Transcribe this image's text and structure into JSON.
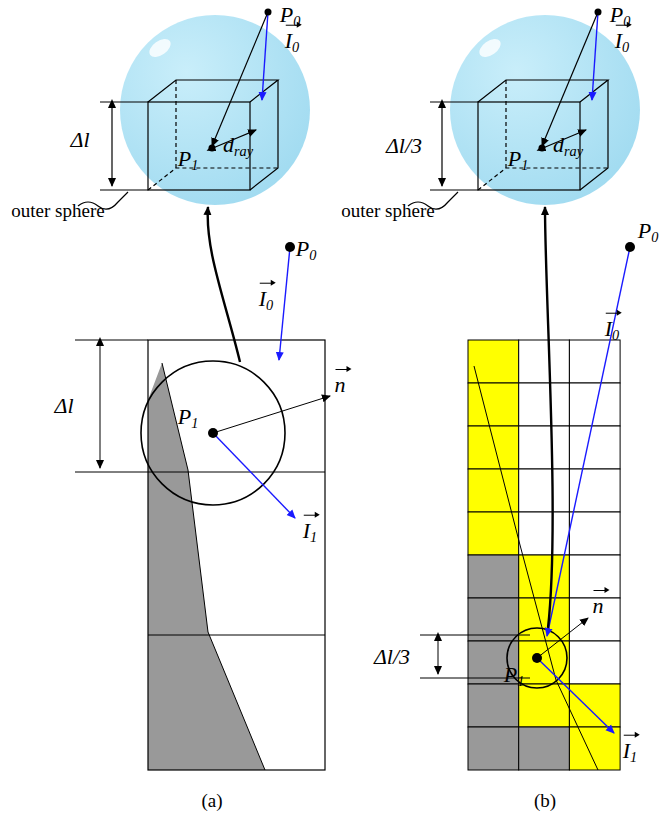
{
  "diagram": {
    "labels": [
      "P0",
      "I0",
      "Δl",
      "P1",
      "dray",
      "outer sphere",
      "P0",
      "I0",
      "Δl",
      "P1",
      "n",
      "I1",
      "(a)",
      "P0",
      "I0",
      "Δl/3",
      "P1",
      "dray",
      "outer sphere",
      "P0",
      "I0",
      "n",
      "Δl/3",
      "P1",
      "I1",
      "(b)"
    ]
  }
}
